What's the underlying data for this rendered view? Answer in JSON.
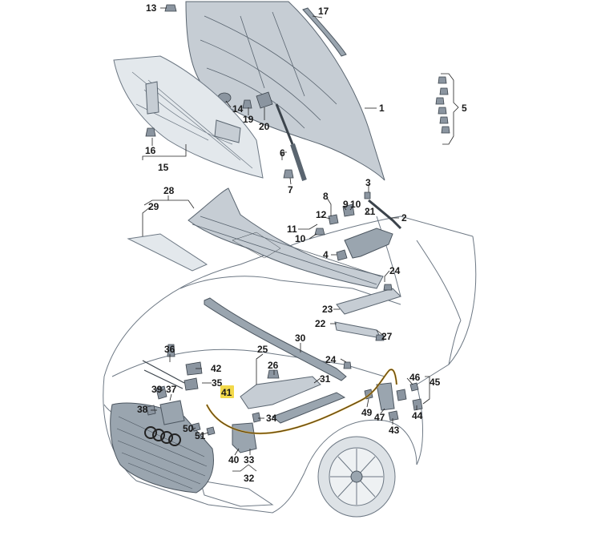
{
  "labels": {
    "l1": "1",
    "l2": "2",
    "l3": "3",
    "l4": "4",
    "l5": "5",
    "l6": "6",
    "l7": "7",
    "l8": "8",
    "l9": "9",
    "l10a": "10",
    "l10b": "10",
    "l11": "11",
    "l12": "12",
    "l13": "13",
    "l14": "14",
    "l15": "15",
    "l16": "16",
    "l17": "17",
    "l19": "19",
    "l20": "20",
    "l21": "21",
    "l22": "22",
    "l23": "23",
    "l24a": "24",
    "l24b": "24",
    "l25": "25",
    "l26": "26",
    "l27": "27",
    "l28": "28",
    "l29": "29",
    "l30": "30",
    "l31": "31",
    "l32": "32",
    "l33": "33",
    "l34": "34",
    "l35": "35",
    "l36": "36",
    "l37": "37",
    "l38": "38",
    "l39": "39",
    "l40": "40",
    "l41": "41",
    "l42": "42",
    "l43": "43",
    "l44": "44",
    "l45": "45",
    "l46": "46",
    "l47": "47",
    "l49": "49",
    "l50": "50",
    "l51": "51"
  },
  "colors": {
    "highlight": "#f3d94a",
    "cable": "#c79a2e",
    "body_outline": "#6d7884",
    "panel_fill": "#c6cdd4"
  }
}
